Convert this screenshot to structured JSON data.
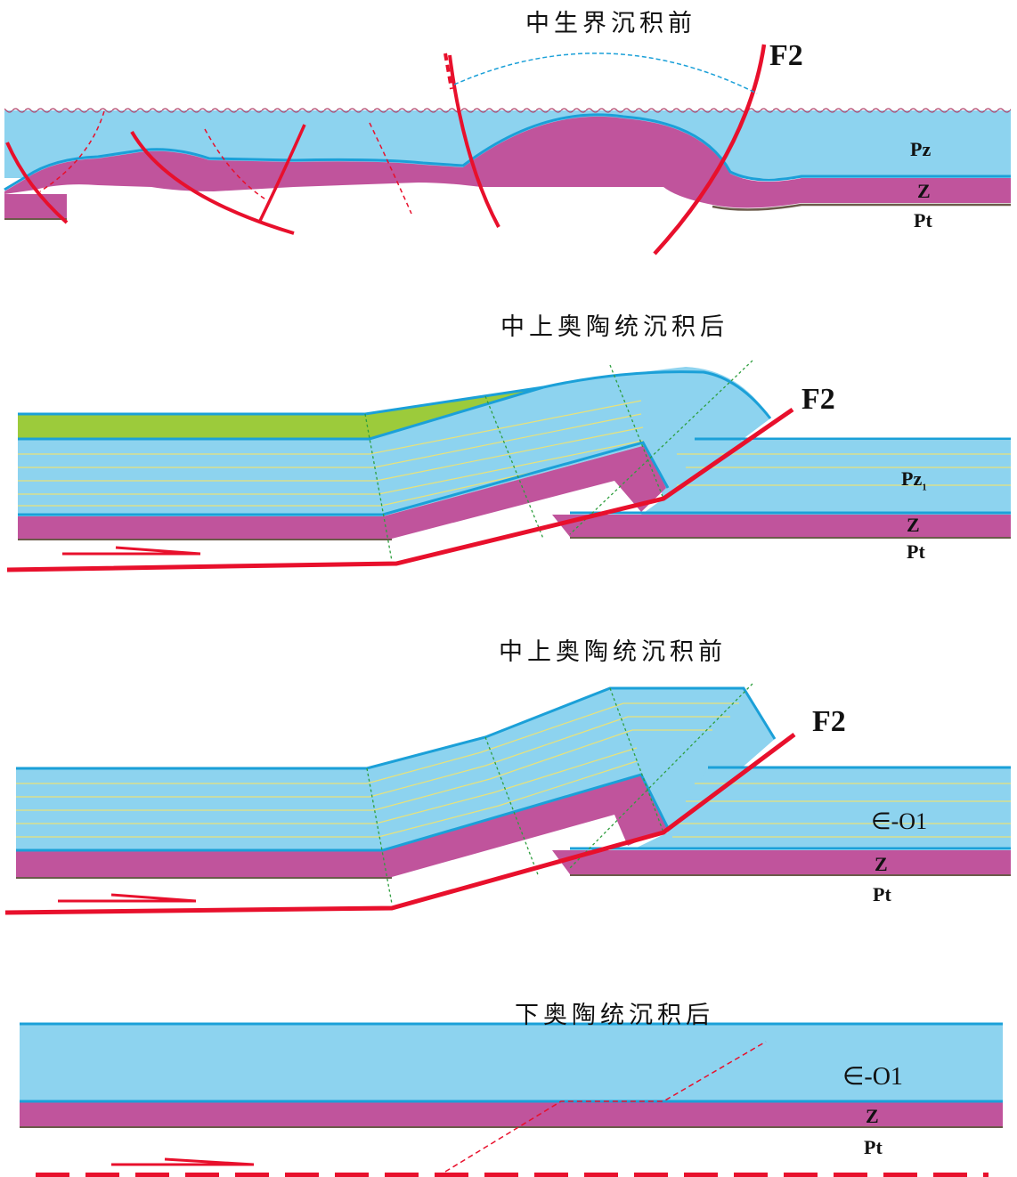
{
  "panels": [
    {
      "title": "中生界沉积前",
      "labels": {
        "fault": "F2",
        "upper_unit": "Pz",
        "z": "Z",
        "pt": "Pt"
      }
    },
    {
      "title": "中上奥陶统沉积后",
      "labels": {
        "fault": "F2",
        "upper_unit": "Pz",
        "upper_unit_sub": "1",
        "z": "Z",
        "pt": "Pt"
      }
    },
    {
      "title": "中上奥陶统沉积前",
      "labels": {
        "fault": "F2",
        "upper_unit": "∈-O1",
        "z": "Z",
        "pt": "Pt"
      }
    },
    {
      "title": "下奥陶统沉积后",
      "labels": {
        "upper_unit": "∈-O1",
        "z": "Z",
        "pt": "Pt"
      }
    }
  ],
  "colors": {
    "paleozoic_fill": "#8dd3ef",
    "sinian_fill": "#c0549c",
    "ordovician_fill": "#9ccb3b",
    "fault": "#e8102c",
    "boundary": "#1ba0d8",
    "bedding": "#e8e27a",
    "axial_trace": "#2e9e3e"
  }
}
